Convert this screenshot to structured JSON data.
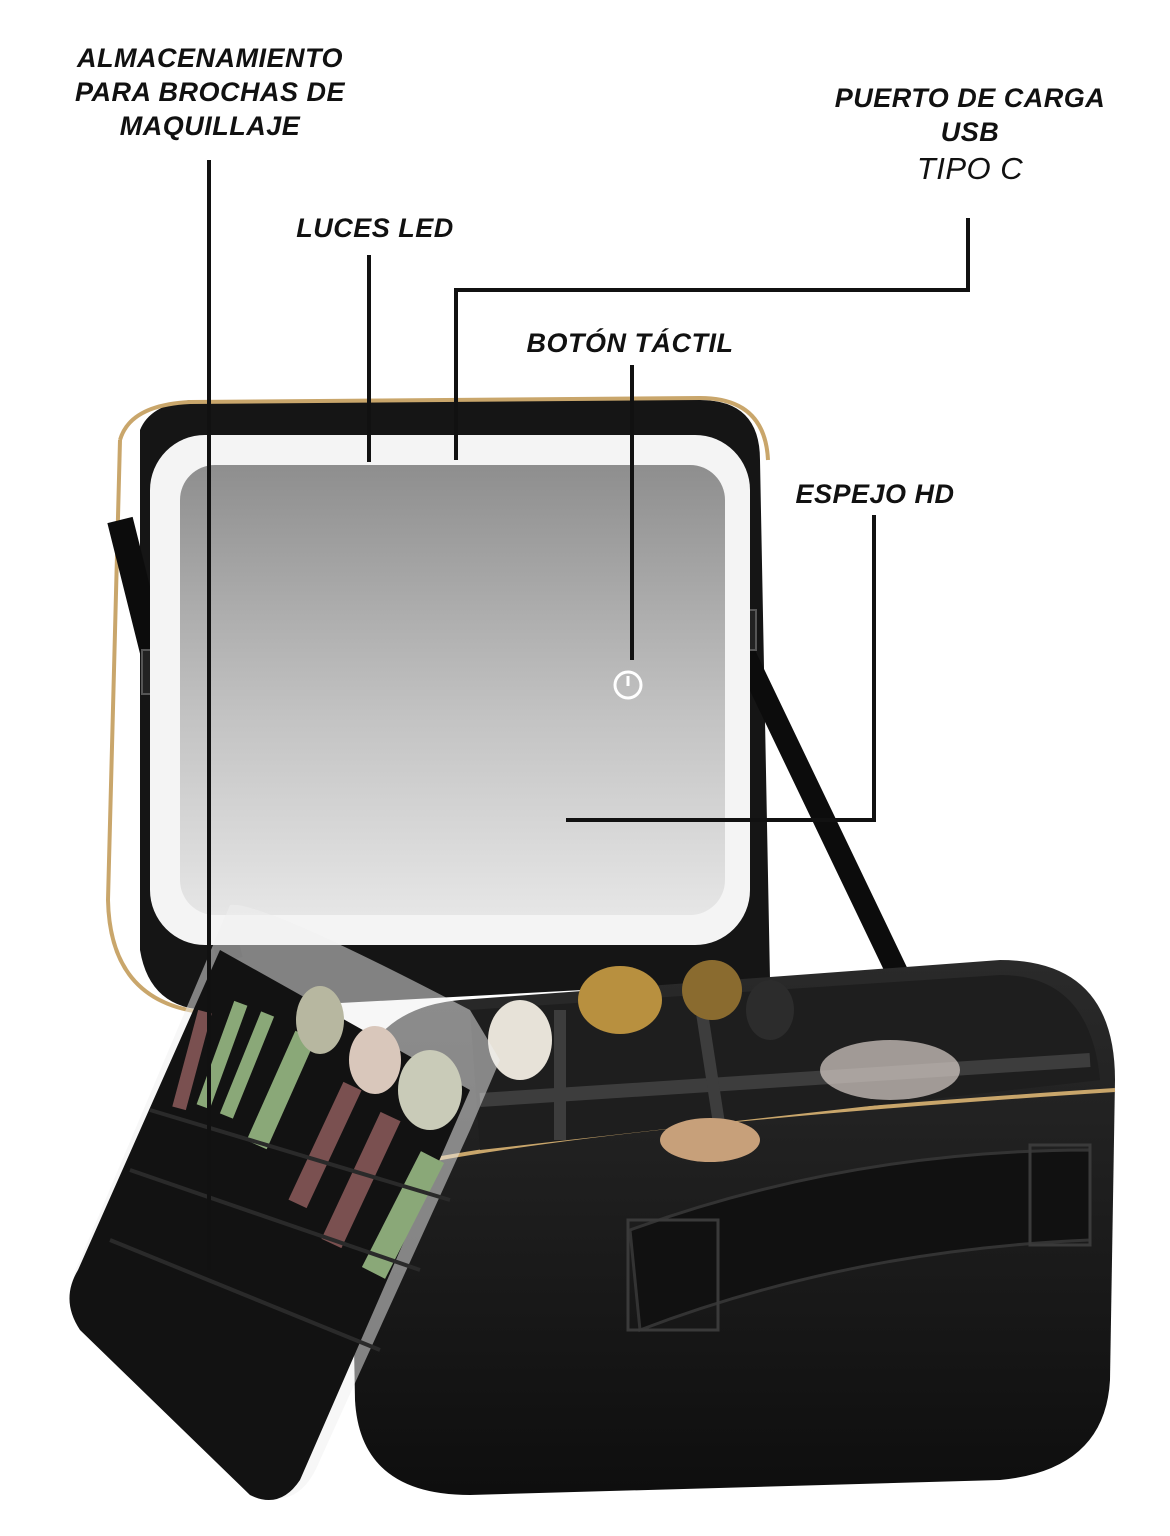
{
  "labels": {
    "brush_storage": [
      "ALMACENAMIENTO",
      "PARA BROCHAS DE",
      "MAQUILLAJE"
    ],
    "usb_port": [
      "PUERTO DE CARGA",
      "USB",
      "TIPO C"
    ],
    "led_lights": "LUCES LED",
    "touch_button": "BOTÓN TÁCTIL",
    "hd_mirror": "ESPEJO HD"
  },
  "colors": {
    "case_body": "#1a1a1a",
    "zipper_trim": "#c9a66b",
    "mirror_frame": "#f4f4f4",
    "mirror_glass": "#b9b9b9",
    "leader_line": "#111111"
  }
}
